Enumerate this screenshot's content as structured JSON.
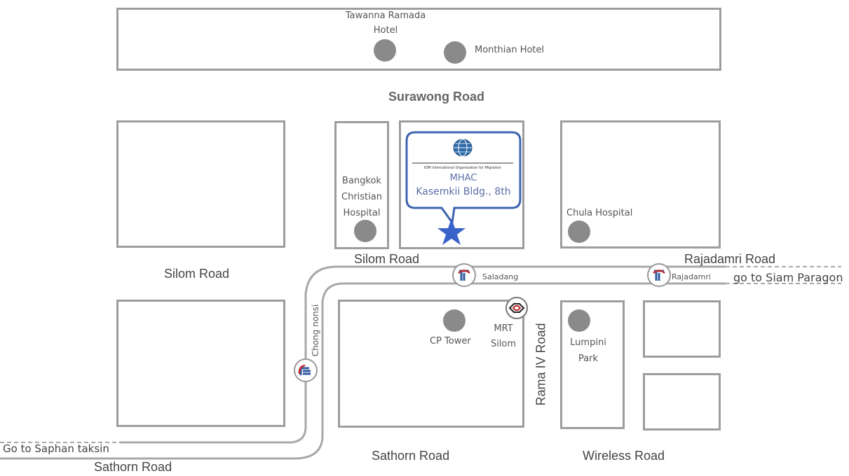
{
  "places": {
    "tawanna": "Tawanna Ramada",
    "tawanna2": "Hotel",
    "monthian": "Monthian Hotel",
    "bangkok_christian_1": "Bangkok",
    "bangkok_christian_2": "Christian",
    "bangkok_christian_3": "Hospital",
    "chula": "Chula Hospital",
    "cp_tower": "CP Tower",
    "mrt_1": "MRT",
    "mrt_2": "Silom",
    "lumpini_1": "Lumpini",
    "lumpini_2": "Park"
  },
  "callout": {
    "logo_text": "IOM International Organization for Migration",
    "line1": "MHAC",
    "line2": "Kasemkii Bldg., 8th"
  },
  "roads": {
    "surawong": "Surawong Road",
    "silom_left": "Silom Road",
    "silom_top": "Silom Road",
    "rajadamri": "Rajadamri Road",
    "siam": "go to Siam Paragon",
    "sathorn_mid": "Sathorn Road",
    "sathorn_left": "Sathorn Road",
    "saphan": "Go to Saphan taksin",
    "wireless": "Wireless Road",
    "rama4": "Rama IV Road",
    "chong_nonsi": "Chong nonsi"
  },
  "stations": {
    "saladang": "Saladang",
    "rajadamri": "Rajadamri"
  },
  "colors": {
    "block_border": "#9d9d9d",
    "dot": "#8a8a8a",
    "callout_border": "#3d64b0",
    "star": "#3a63c9",
    "bts_red": "#c0282d",
    "bts_blue": "#2f5aa0"
  }
}
